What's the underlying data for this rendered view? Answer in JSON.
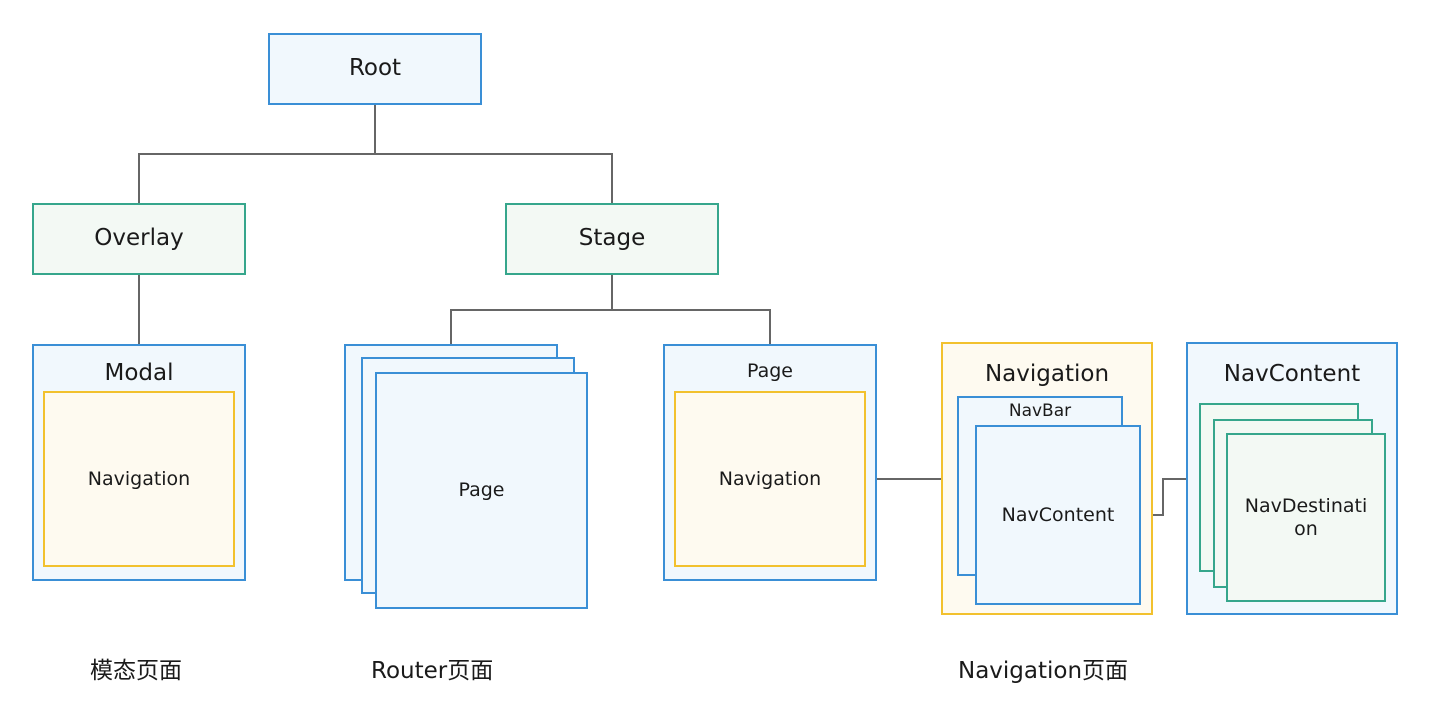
{
  "nodes": {
    "root": "Root",
    "overlay": "Overlay",
    "stage": "Stage",
    "modal": "Modal",
    "modal_navigation": "Navigation",
    "router_page": "Page",
    "page": "Page",
    "page_navigation": "Navigation",
    "navigation": "Navigation",
    "navbar": "NavBar",
    "navcontent_inner": "NavContent",
    "navcontent": "NavContent",
    "navdestination": "NavDestination"
  },
  "captions": {
    "modal": "模态页面",
    "router": "Router页面",
    "navigation": "Navigation页面"
  },
  "colors": {
    "blue_border": "#3a8fd6",
    "blue_fill": "#f1f8fd",
    "green_border": "#36a68c",
    "green_fill": "#f3f9f4",
    "gold_border": "#f2c12e",
    "gold_fill": "#fefaf0",
    "connector": "#666666"
  }
}
